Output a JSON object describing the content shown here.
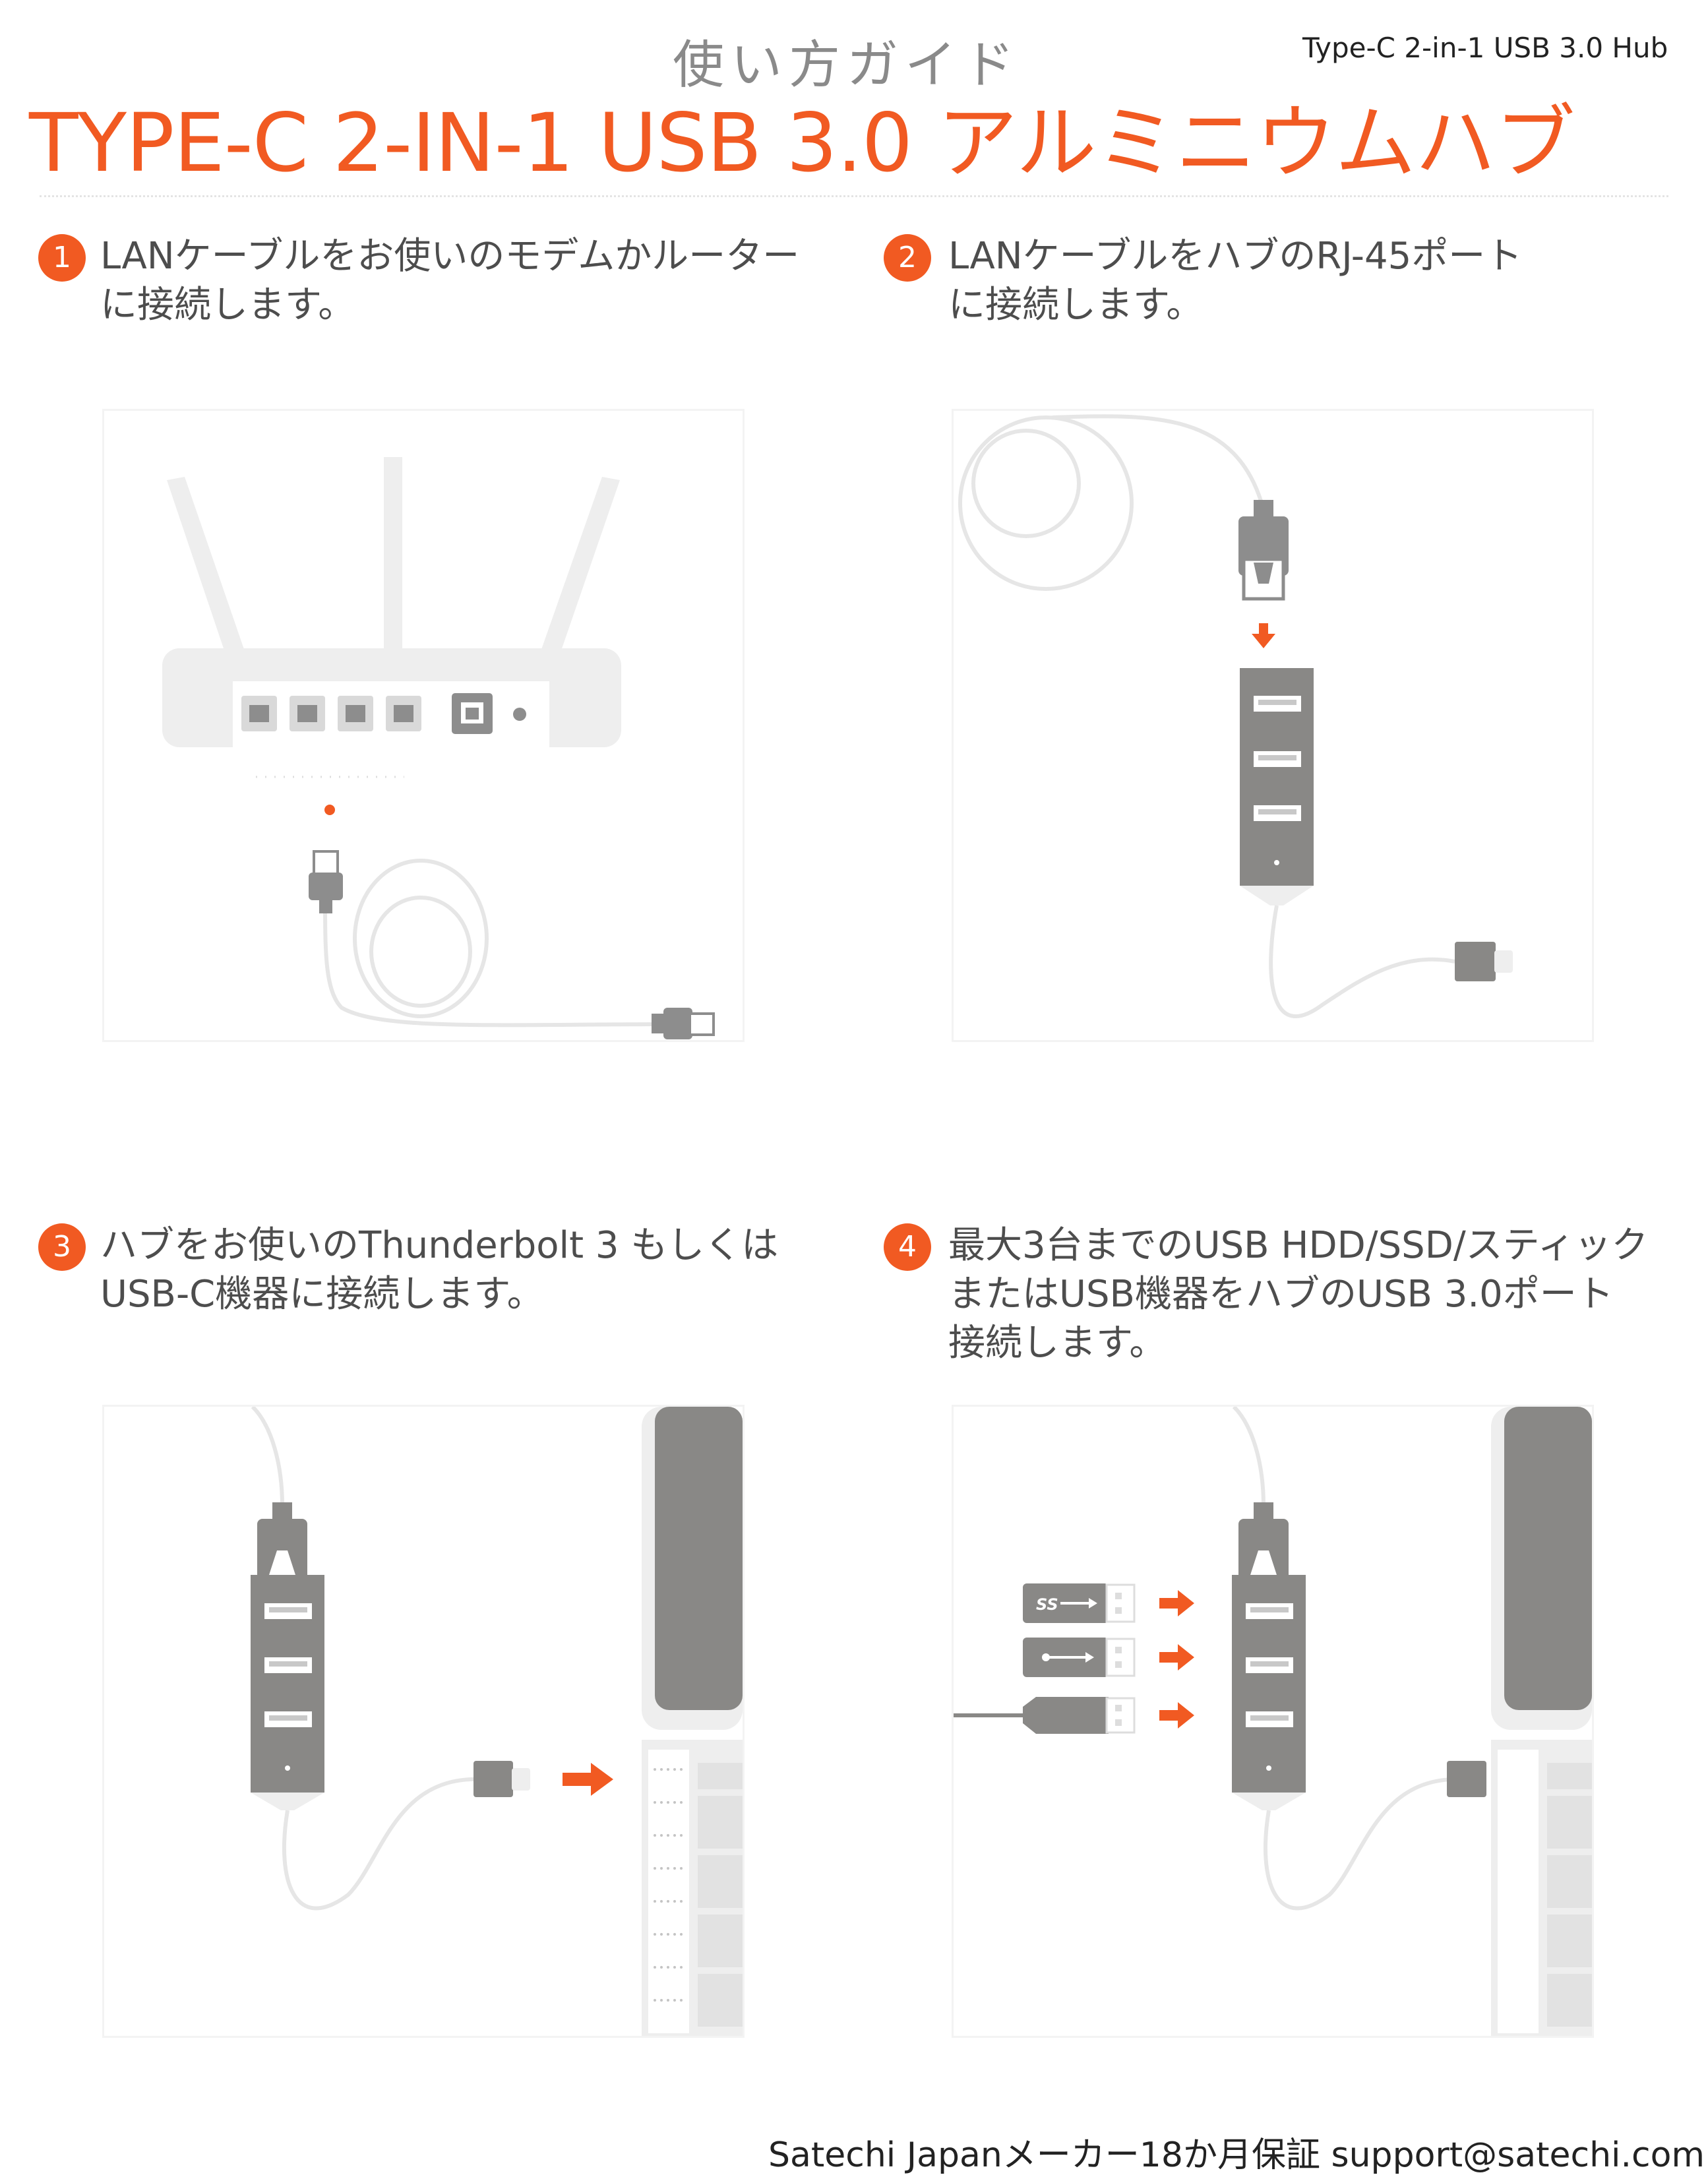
{
  "header": {
    "product_tag": "Type-C 2-in-1 USB 3.0  Hub",
    "subtitle": "使い方ガイド",
    "title": "TYPE-C 2-IN-1 USB 3.0 アルミニウムハブ"
  },
  "steps": [
    {
      "number": "1",
      "lines": [
        "LANケーブルをお使いのモデムかルーター",
        "に接続します。"
      ]
    },
    {
      "number": "2",
      "lines": [
        "LANケーブルをハブのRJ-45ポート",
        "に接続します。"
      ]
    },
    {
      "number": "3",
      "lines": [
        "ハブをお使いのThunderbolt 3 もしくは",
        "USB-C機器に接続します。"
      ]
    },
    {
      "number": "4",
      "lines": [
        "最大3台までのUSB HDD/SSD/スティック",
        "またはUSB機器をハブのUSB 3.0ポート",
        "接続します。"
      ]
    }
  ],
  "footer": {
    "text": "Satechi Japanメーカー18か月保証 support@satechi.com"
  },
  "colors": {
    "accent": "#f15a22",
    "device_gray": "#898886",
    "light_gray": "#eeeeee",
    "cable": "#e6e6e6"
  }
}
